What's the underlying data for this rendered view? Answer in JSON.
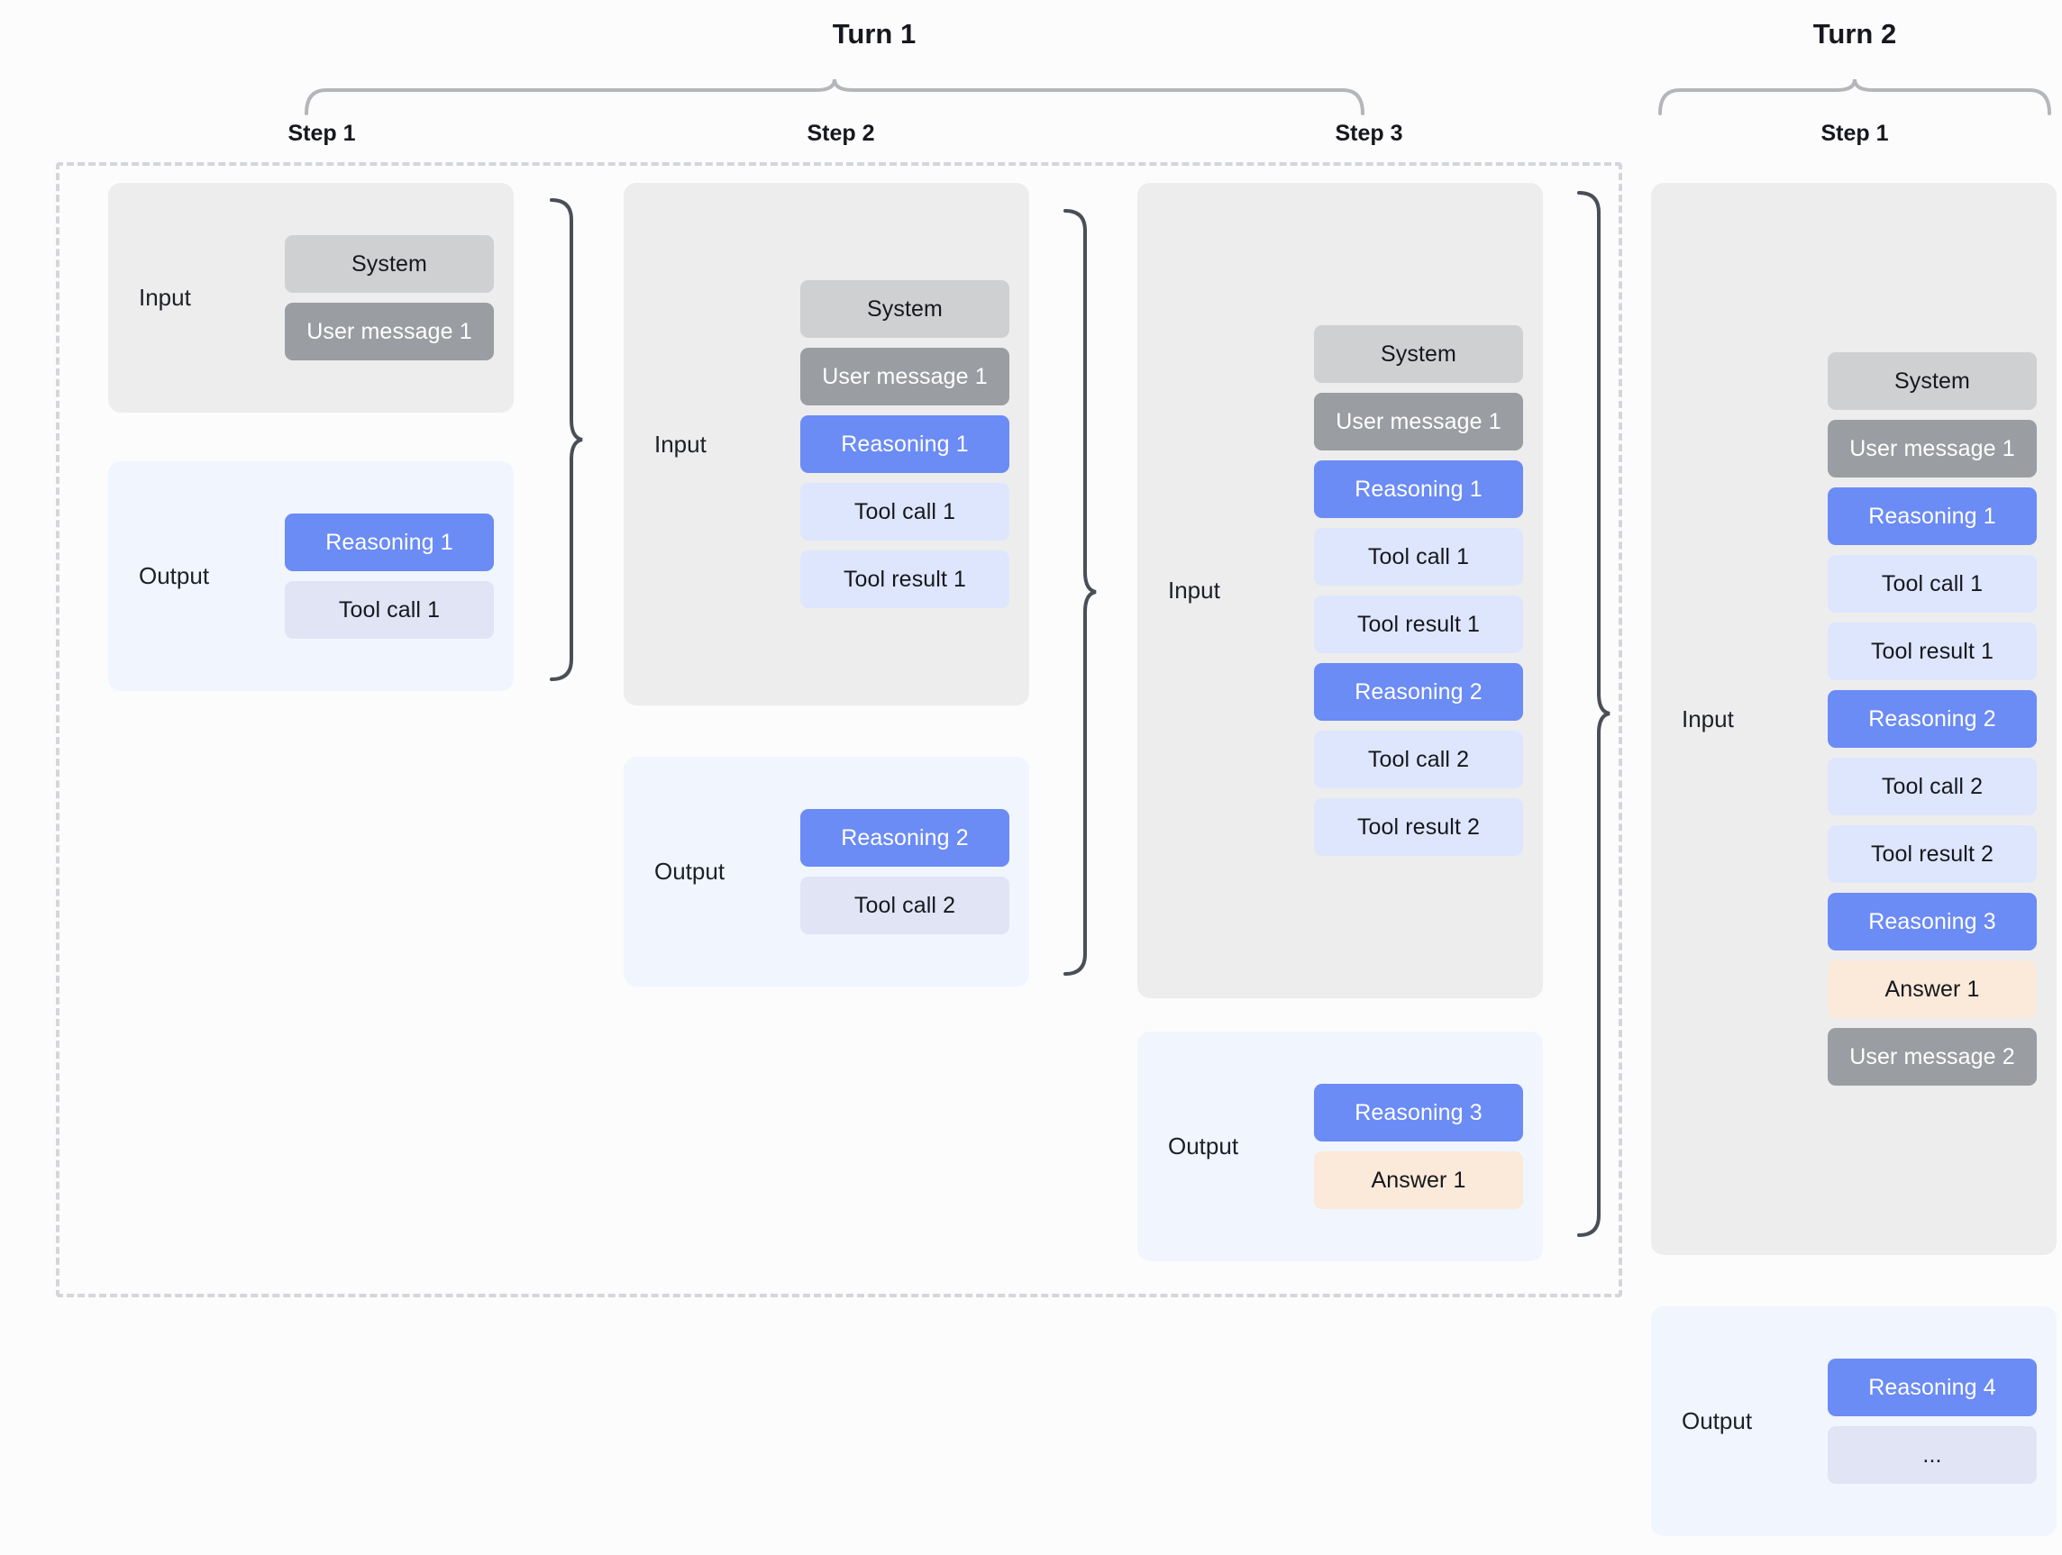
{
  "turns": [
    {
      "id": "turn-1",
      "label": "Turn 1"
    },
    {
      "id": "turn-2",
      "label": "Turn 2"
    }
  ],
  "steps": [
    {
      "id": "t1s1",
      "label": "Step 1"
    },
    {
      "id": "t1s2",
      "label": "Step 2"
    },
    {
      "id": "t1s3",
      "label": "Step 3"
    },
    {
      "id": "t2s1",
      "label": "Step 1"
    }
  ],
  "labels": {
    "input": "Input",
    "output": "Output"
  },
  "chips": {
    "system": "System",
    "user_message_1": "User message 1",
    "user_message_2": "User message 2",
    "reasoning_1": "Reasoning 1",
    "reasoning_2": "Reasoning 2",
    "reasoning_3": "Reasoning 3",
    "reasoning_4": "Reasoning 4",
    "tool_call_1": "Tool call 1",
    "tool_call_2": "Tool call 2",
    "tool_result_1": "Tool result 1",
    "tool_result_2": "Tool result 2",
    "answer_1": "Answer 1",
    "ellipsis": "..."
  },
  "colors": {
    "background": "#fcfcfd",
    "input_panel": "#ededee",
    "output_panel": "#f1f5fe",
    "system": "#cfd0d2",
    "user_message": "#9a9da1",
    "reasoning": "#6b8bf5",
    "tool_call": "#dde6fc",
    "tool_call_output": "#e0e4f5",
    "tool_result": "#dde6fc",
    "answer": "#fbe9d9",
    "brace": "#4a4e57",
    "turn_brace": "#b4b6b9",
    "dashed_border": "#d4d6da",
    "text_dark": "#16181d",
    "text_light": "#ffffff"
  },
  "turn1_step1": {
    "input": [
      "system",
      "user_message_1"
    ],
    "output": [
      "reasoning_1",
      "tool_call_1"
    ]
  },
  "turn1_step2": {
    "input": [
      "system",
      "user_message_1",
      "reasoning_1",
      "tool_call_1",
      "tool_result_1"
    ],
    "output": [
      "reasoning_2",
      "tool_call_2"
    ]
  },
  "turn1_step3": {
    "input": [
      "system",
      "user_message_1",
      "reasoning_1",
      "tool_call_1",
      "tool_result_1",
      "reasoning_2",
      "tool_call_2",
      "tool_result_2"
    ],
    "output": [
      "reasoning_3",
      "answer_1"
    ]
  },
  "turn2_step1": {
    "input": [
      "system",
      "user_message_1",
      "reasoning_1",
      "tool_call_1",
      "tool_result_1",
      "reasoning_2",
      "tool_call_2",
      "tool_result_2",
      "reasoning_3",
      "answer_1",
      "user_message_2"
    ],
    "output": [
      "reasoning_4",
      "ellipsis"
    ]
  }
}
